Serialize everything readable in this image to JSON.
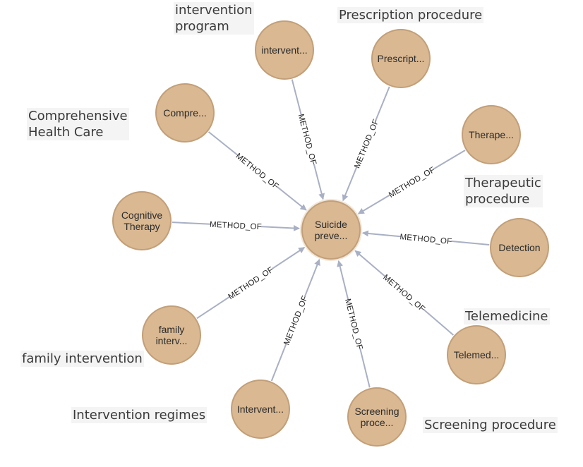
{
  "colors": {
    "node_fill": "#d9b892",
    "node_stroke": "#c29f78",
    "node_halo": "#f1e6d8",
    "edge": "#a9b0c4",
    "edge_label_bg": "#ffffff",
    "annotation_bg": "#f4f4f4"
  },
  "graph": {
    "center": {
      "label_lines": [
        "Suicide",
        "preve..."
      ]
    },
    "nodes": [
      {
        "id": "intervention-program",
        "label_lines": [
          "intervent..."
        ],
        "edge_label": "METHOD_OF"
      },
      {
        "id": "prescription-procedure",
        "label_lines": [
          "Prescript..."
        ],
        "edge_label": "METHOD_OF"
      },
      {
        "id": "therapeutic-procedure",
        "label_lines": [
          "Therape..."
        ],
        "edge_label": "METHOD_OF"
      },
      {
        "id": "detection",
        "label_lines": [
          "Detection"
        ],
        "edge_label": "METHOD_OF"
      },
      {
        "id": "telemedicine",
        "label_lines": [
          "Telemed..."
        ],
        "edge_label": "METHOD_OF"
      },
      {
        "id": "screening-procedure",
        "label_lines": [
          "Screening",
          "proce..."
        ],
        "edge_label": "METHOD_OF"
      },
      {
        "id": "intervention-regimes",
        "label_lines": [
          "Intervent..."
        ],
        "edge_label": "METHOD_OF"
      },
      {
        "id": "family-intervention",
        "label_lines": [
          "family",
          "interv..."
        ],
        "edge_label": "METHOD_OF"
      },
      {
        "id": "cognitive-therapy",
        "label_lines": [
          "Cognitive",
          "Therapy"
        ],
        "edge_label": "METHOD_OF"
      },
      {
        "id": "comprehensive-health-care",
        "label_lines": [
          "Compre..."
        ],
        "edge_label": "METHOD_OF"
      }
    ]
  },
  "annotations": {
    "intervention_program": "intervention\nprogram",
    "prescription_procedure": "Prescription procedure",
    "comprehensive_health_care": "Comprehensive\nHealth Care",
    "therapeutic_procedure": "Therapeutic\nprocedure",
    "telemedicine": "Telemedicine",
    "family_intervention": "family intervention",
    "intervention_regimes": "Intervention regimes",
    "screening_procedure": "Screening procedure"
  }
}
